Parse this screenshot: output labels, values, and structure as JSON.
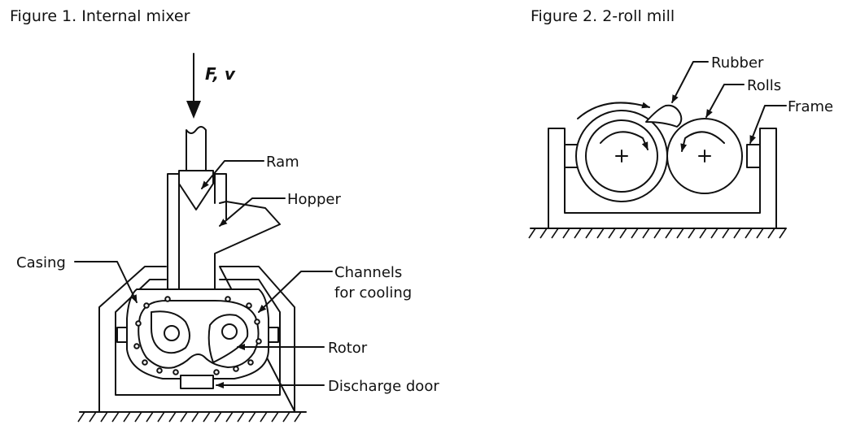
{
  "figure1": {
    "caption": "Figure 1. Internal mixer",
    "force_label": "F, v",
    "labels": {
      "ram": "Ram",
      "hopper": "Hopper",
      "casing": "Casing",
      "channels_line1": "Channels",
      "channels_line2": "for cooling",
      "rotor": "Rotor",
      "discharge_door": "Discharge door"
    }
  },
  "figure2": {
    "caption": "Figure 2. 2-roll mill",
    "labels": {
      "rubber": "Rubber",
      "rolls": "Rolls",
      "frame": "Frame"
    }
  }
}
